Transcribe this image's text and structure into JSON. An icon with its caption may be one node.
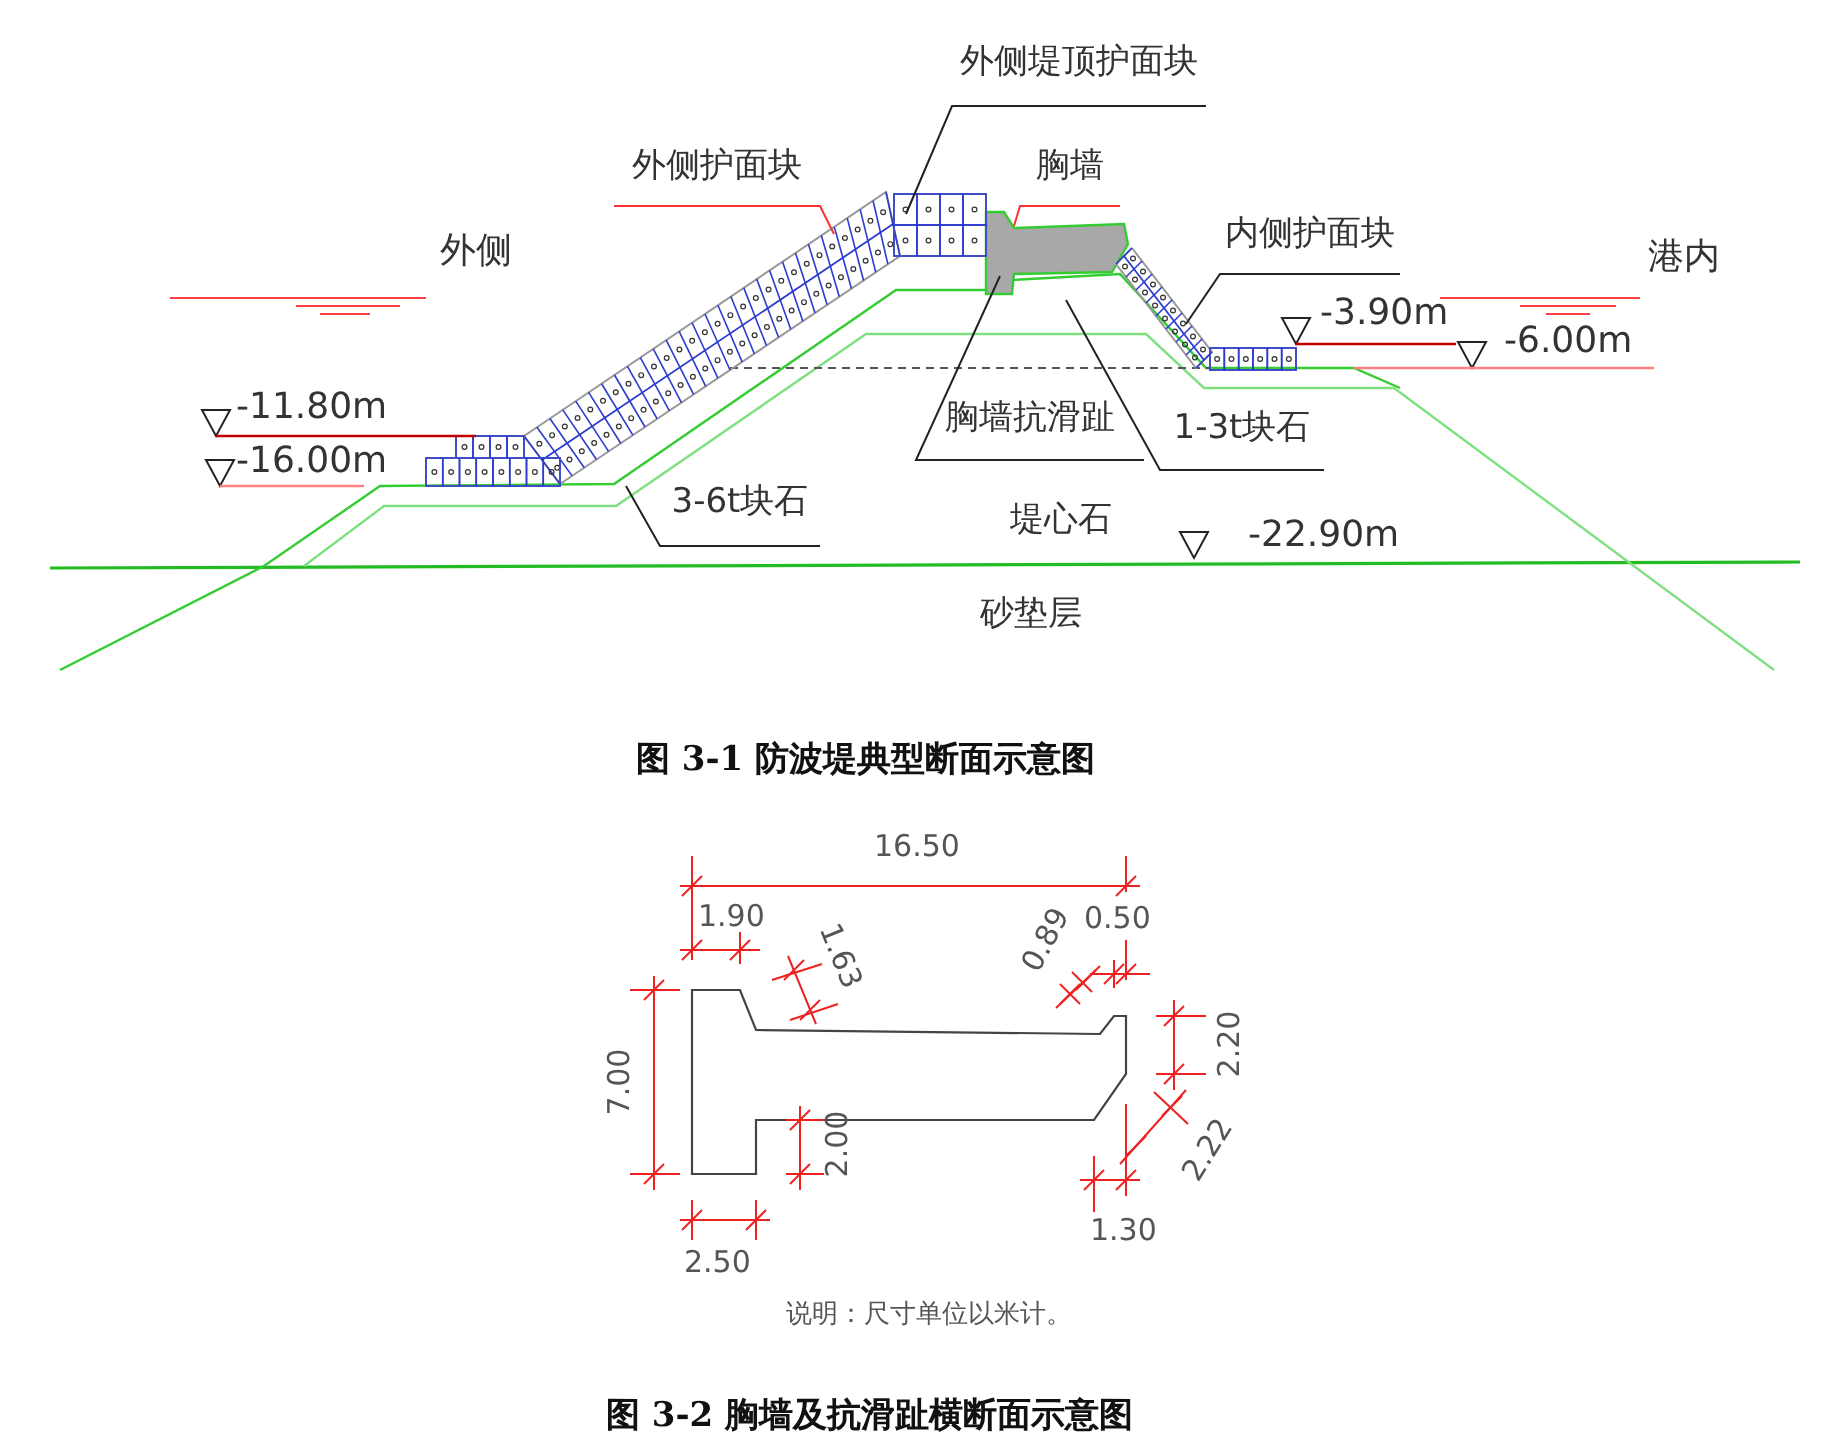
{
  "diagram": {
    "nodes": [
      {
        "text": [
          "外侧堤顶护面块"
        ]
      },
      {
        "text": [
          "外侧护面块"
        ]
      },
      {
        "text": [
          "胸墙"
        ]
      },
      {
        "text": [
          "内侧护面块"
        ]
      },
      {
        "text": [
          "胸墙抗滑趾"
        ]
      },
      {
        "text": [
          "1-3t块石"
        ]
      },
      {
        "text": [
          "3-6t块石"
        ]
      }
    ],
    "edges": [
      {
        "from": 0,
        "to": null,
        "arrow": "none"
      },
      {
        "from": 1,
        "to": null,
        "arrow": "none",
        "color": "#ff3030"
      },
      {
        "from": 2,
        "to": null,
        "arrow": "none",
        "color": "#ff3030"
      },
      {
        "from": 3,
        "to": null,
        "arrow": "none"
      },
      {
        "from": 4,
        "to": null,
        "arrow": "none"
      },
      {
        "from": 5,
        "to": null,
        "arrow": "none"
      },
      {
        "from": 6,
        "to": null,
        "arrow": "none"
      }
    ],
    "labels": [
      "外侧",
      "港内",
      "-11.80m",
      "-16.00m",
      "-3.90m",
      "-6.00m",
      "堤心石",
      "-22.90m",
      "砂垫层",
      "图 3-1  防波堤典型断面示意图",
      "16.50",
      "1.90",
      "1.63",
      "0.89",
      "0.50",
      "7.00",
      "2.20",
      "2.00",
      "2.22",
      "1.30",
      "2.50",
      "说明：尺寸单位以米计。",
      "图 3-2  胸墙及抗滑趾横断面示意图"
    ]
  }
}
